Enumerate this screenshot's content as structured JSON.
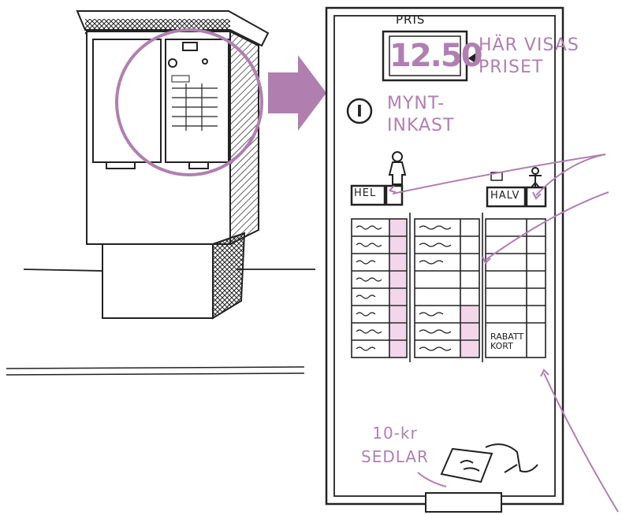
{
  "ticket_machine": {
    "price_label": "PRIS",
    "price_value": "12.50",
    "price_note": "HÄR VISAS\nPRISET",
    "coin_symbol": "I",
    "coin_slot_text": "MYNT-\nINKAST",
    "full_fare_label": "HEL",
    "half_fare_label": "HALV",
    "discount_card_label": "RABATT\nKORT",
    "banknote_text": "10-kr\nSEDLAR"
  },
  "colors": {
    "ink": "#222222",
    "accent": "#b07fb0",
    "accent_fill": "#f3d6ea"
  }
}
